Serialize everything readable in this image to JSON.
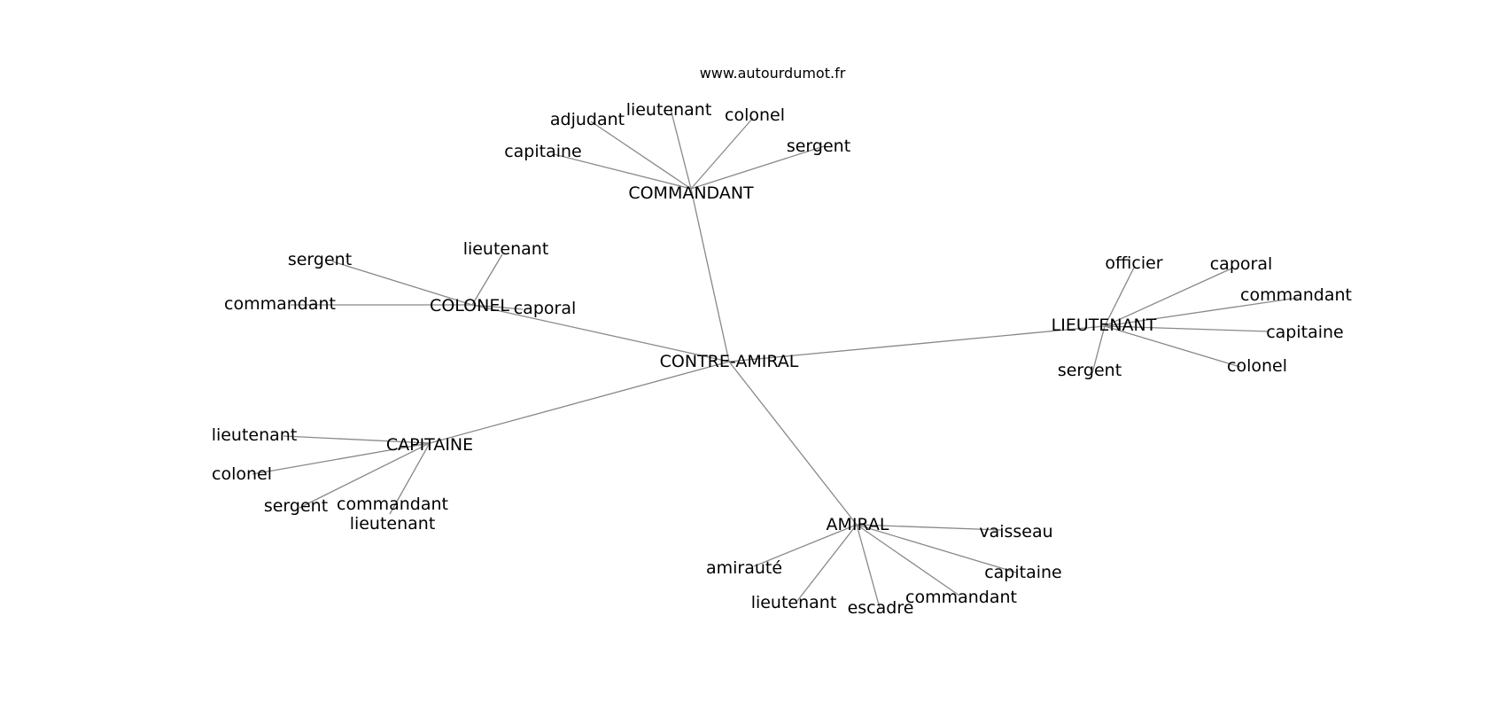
{
  "source": "www.autourdumot.fr",
  "center": "CONTRE-AMIRAL",
  "clusters": [
    {
      "label": "COMMANDANT",
      "words": [
        "adjudant",
        "lieutenant",
        "colonel",
        "capitaine",
        "sergent"
      ]
    },
    {
      "label": "COLONEL",
      "words": [
        "sergent",
        "lieutenant",
        "commandant",
        "caporal"
      ]
    },
    {
      "label": "LIEUTENANT",
      "words": [
        "officier",
        "caporal",
        "commandant",
        "capitaine",
        "sergent",
        "colonel"
      ]
    },
    {
      "label": "CAPITAINE",
      "words": [
        "lieutenant",
        "colonel",
        "sergent",
        "commandant\nlieutenant"
      ]
    },
    {
      "label": "AMIRAL",
      "words": [
        "vaisseau",
        "amirauté",
        "capitaine",
        "commandant",
        "lieutenant",
        "escadre"
      ]
    }
  ]
}
